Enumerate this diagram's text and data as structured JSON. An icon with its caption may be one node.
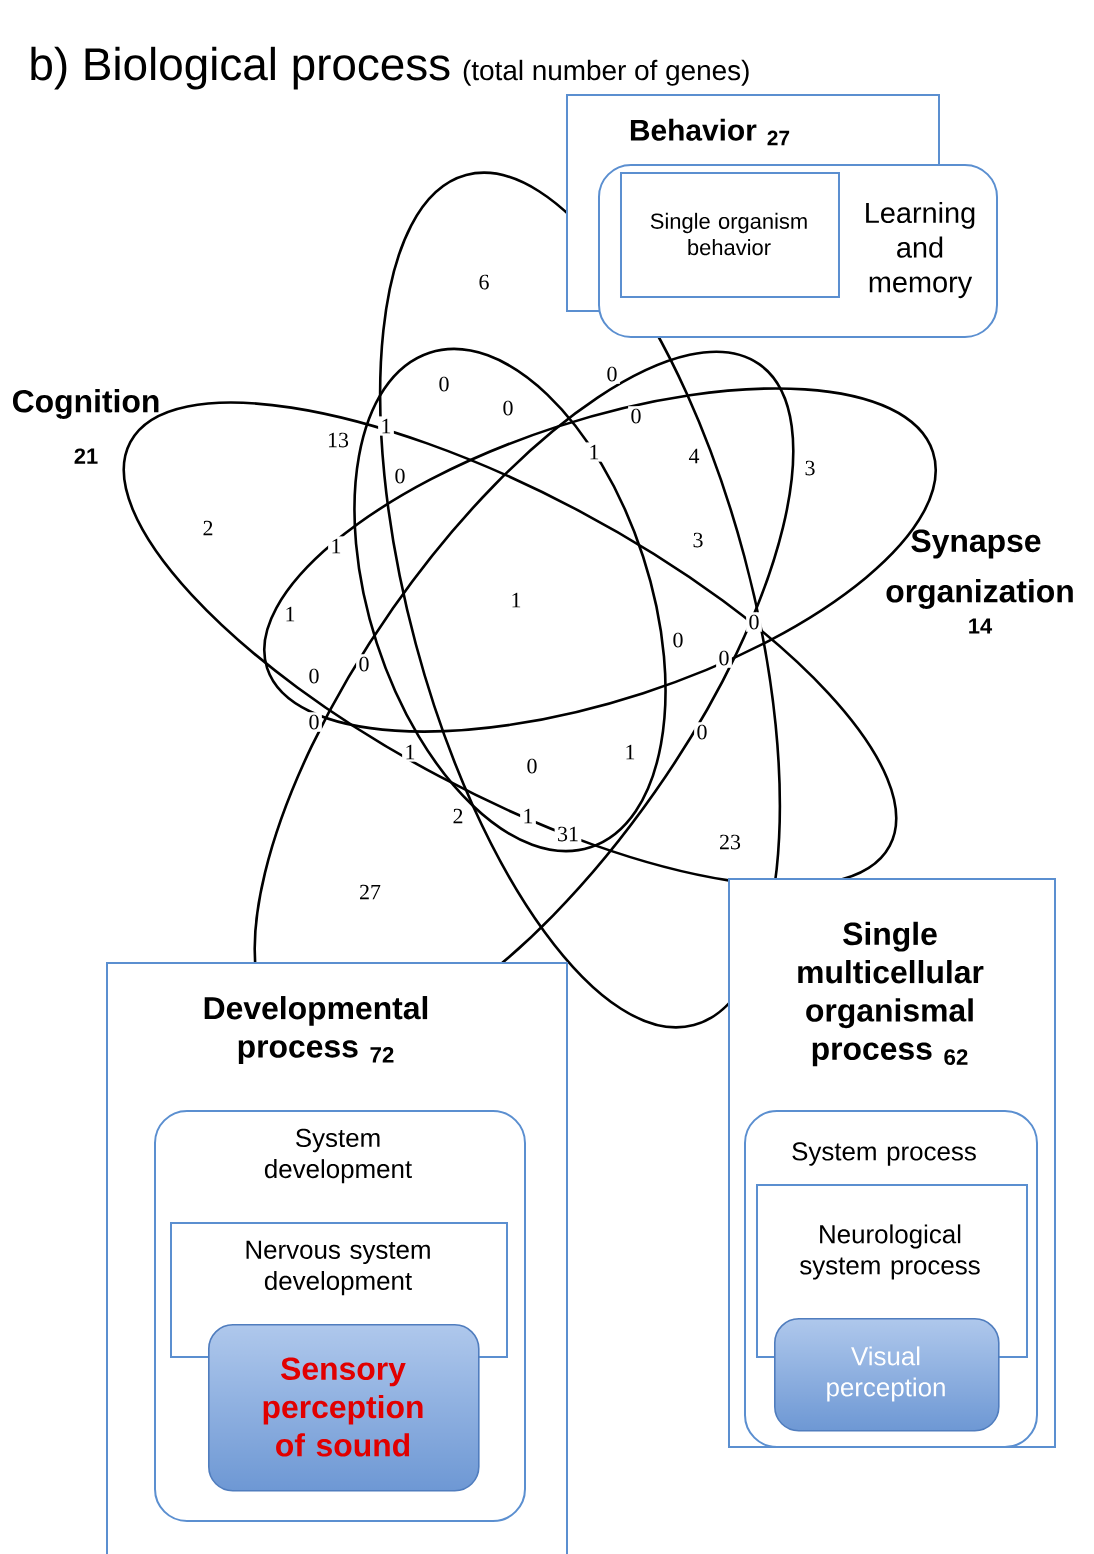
{
  "diagram": {
    "title": "b) Biological process",
    "nodes": [
      {
        "text": [
          "Behavior $_{27}$"
        ]
      },
      {
        "text": [
          "Learning and memory"
        ]
      },
      {
        "text": [
          "Single organism behavior"
        ]
      },
      {
        "text": [
          "Developmental process $_{72}$"
        ]
      },
      {
        "text": [
          "System development"
        ],
        "in": 3
      },
      {
        "text": [
          "Nervous system development"
        ],
        "in": 4
      },
      {
        "text": [
          "Sensory perception of sound"
        ],
        "in": 4
      },
      {
        "text": [
          "Single multicellular organismal process $_{62}$"
        ]
      },
      {
        "text": [
          "System process"
        ],
        "in": 7
      },
      {
        "text": [
          "Neurological system process"
        ],
        "in": 8
      },
      {
        "text": [
          "Visual perception"
        ],
        "in": 8
      }
    ],
    "labels": [
      "(total number of genes)",
      "Cognition",
      "21",
      "Synapse",
      "organization",
      "14",
      "6",
      "0",
      "0",
      "0",
      "0",
      "13",
      "1",
      "1",
      "4",
      "3",
      "0",
      "2",
      "1",
      "3",
      "1",
      "1",
      "0",
      "0",
      "0",
      "0",
      "0",
      "0",
      "0",
      "1",
      "0",
      "1",
      "2",
      "1",
      "31",
      "23",
      "27"
    ]
  }
}
